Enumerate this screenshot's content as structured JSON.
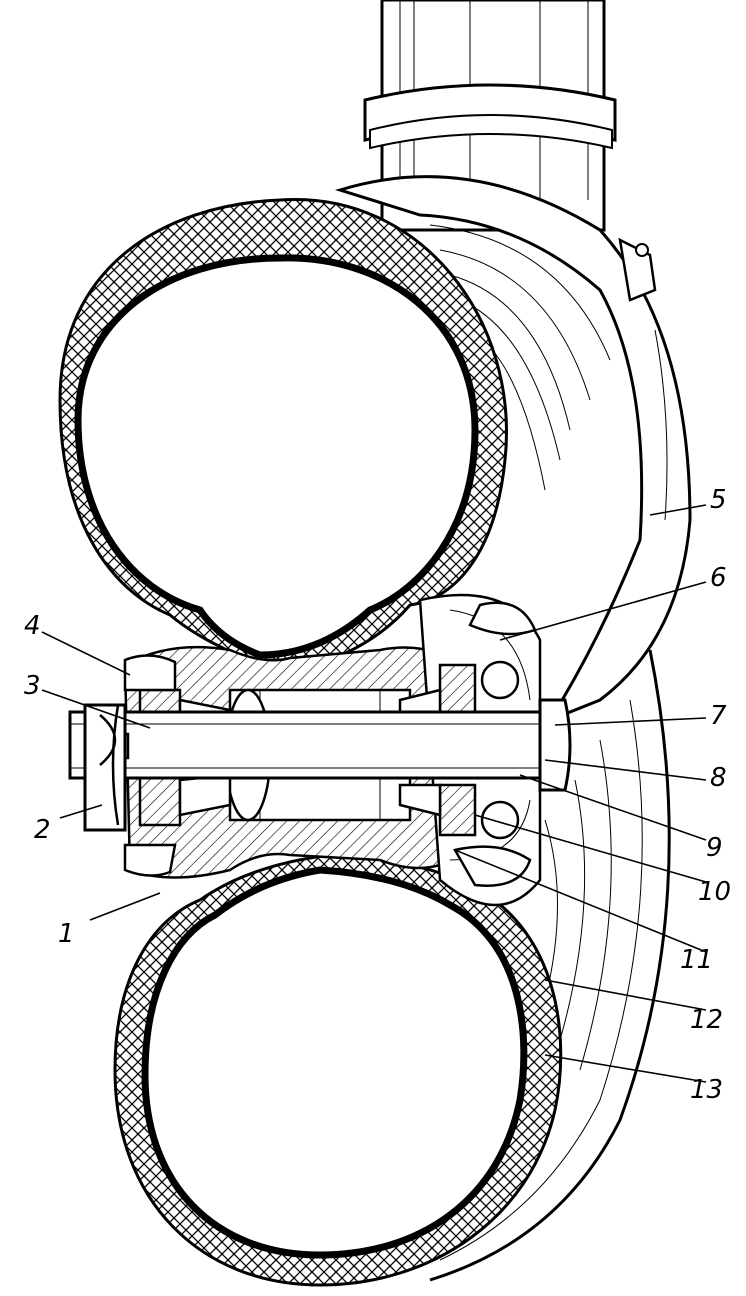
{
  "figure": {
    "callouts": [
      {
        "id": "1",
        "label": "1"
      },
      {
        "id": "2",
        "label": "2"
      },
      {
        "id": "3",
        "label": "3"
      },
      {
        "id": "4",
        "label": "4"
      },
      {
        "id": "5",
        "label": "5"
      },
      {
        "id": "6",
        "label": "6"
      },
      {
        "id": "7",
        "label": "7"
      },
      {
        "id": "8",
        "label": "8"
      },
      {
        "id": "9",
        "label": "9"
      },
      {
        "id": "10",
        "label": "10"
      },
      {
        "id": "11",
        "label": "11"
      },
      {
        "id": "12",
        "label": "12"
      },
      {
        "id": "13",
        "label": "13"
      }
    ]
  }
}
